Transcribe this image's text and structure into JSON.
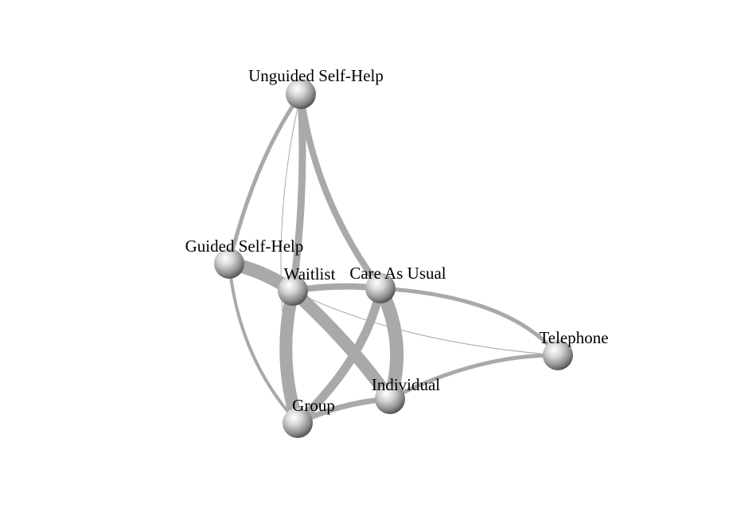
{
  "network": {
    "edge_color": "#a9a9a9",
    "nodes": [
      {
        "id": "unguided",
        "label": "Unguided Self-Help"
      },
      {
        "id": "guided",
        "label": "Guided Self-Help"
      },
      {
        "id": "waitlist",
        "label": "Waitlist"
      },
      {
        "id": "cau",
        "label": "Care As Usual"
      },
      {
        "id": "telephone",
        "label": "Telephone"
      },
      {
        "id": "individual",
        "label": "Individual"
      },
      {
        "id": "group",
        "label": "Group"
      }
    ],
    "edges": [
      {
        "source": "unguided",
        "target": "guided"
      },
      {
        "source": "unguided",
        "target": "waitlist"
      },
      {
        "source": "unguided",
        "target": "cau"
      },
      {
        "source": "unguided",
        "target": "group"
      },
      {
        "source": "guided",
        "target": "waitlist"
      },
      {
        "source": "guided",
        "target": "group"
      },
      {
        "source": "waitlist",
        "target": "cau"
      },
      {
        "source": "waitlist",
        "target": "individual"
      },
      {
        "source": "waitlist",
        "target": "group"
      },
      {
        "source": "waitlist",
        "target": "telephone"
      },
      {
        "source": "cau",
        "target": "individual"
      },
      {
        "source": "cau",
        "target": "group"
      },
      {
        "source": "cau",
        "target": "telephone"
      },
      {
        "source": "individual",
        "target": "group"
      },
      {
        "source": "individual",
        "target": "telephone"
      }
    ]
  }
}
